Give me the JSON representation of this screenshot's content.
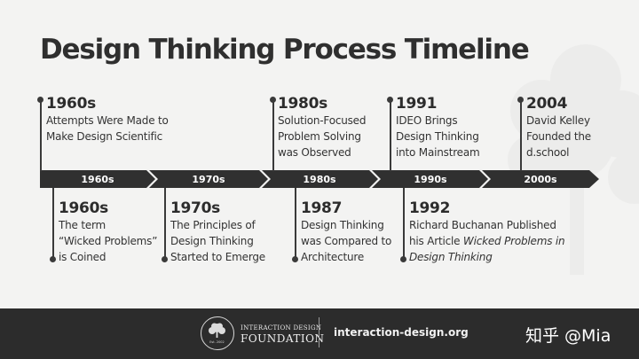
{
  "title": "Design Thinking Process Timeline",
  "timeline_segments": [
    "1960s",
    "1970s",
    "1980s",
    "1990s",
    "2000s"
  ],
  "events_top": [
    {
      "year": "1960s",
      "lines": [
        "Attempts Were Made to",
        "Make Design Scientific"
      ]
    },
    {
      "year": "1980s",
      "lines": [
        "Solution-Focused",
        "Problem Solving",
        "was Observed"
      ]
    },
    {
      "year": "1991",
      "lines": [
        "IDEO Brings",
        "Design Thinking",
        "into Mainstream"
      ]
    },
    {
      "year": "2004",
      "lines": [
        "David Kelley",
        "Founded the",
        "d.school"
      ]
    }
  ],
  "events_bottom": [
    {
      "year": "1960s",
      "lines": [
        "The term",
        "“Wicked Problems”",
        "is Coined"
      ]
    },
    {
      "year": "1970s",
      "lines": [
        "The Principles of",
        "Design Thinking",
        "Started to Emerge"
      ]
    },
    {
      "year": "1987",
      "lines": [
        "Design Thinking",
        "was Compared to",
        "Architecture"
      ]
    },
    {
      "year": "1992",
      "line1": "Richard Buchanan Published",
      "line2_prefix": "his Article ",
      "line2_italic": "Wicked Problems in",
      "line3_italic": "Design Thinking"
    }
  ],
  "footer": {
    "logo_line1": "INTERACTION DESIGN",
    "logo_line2": "FOUNDATION",
    "logo_est": "Est. 2002",
    "site": "interaction-design.org",
    "watermark": "知乎 @Mia"
  },
  "colors": {
    "arrow": "#303030",
    "footer_bg": "#2c2c2c",
    "background": "#f3f3f2"
  }
}
